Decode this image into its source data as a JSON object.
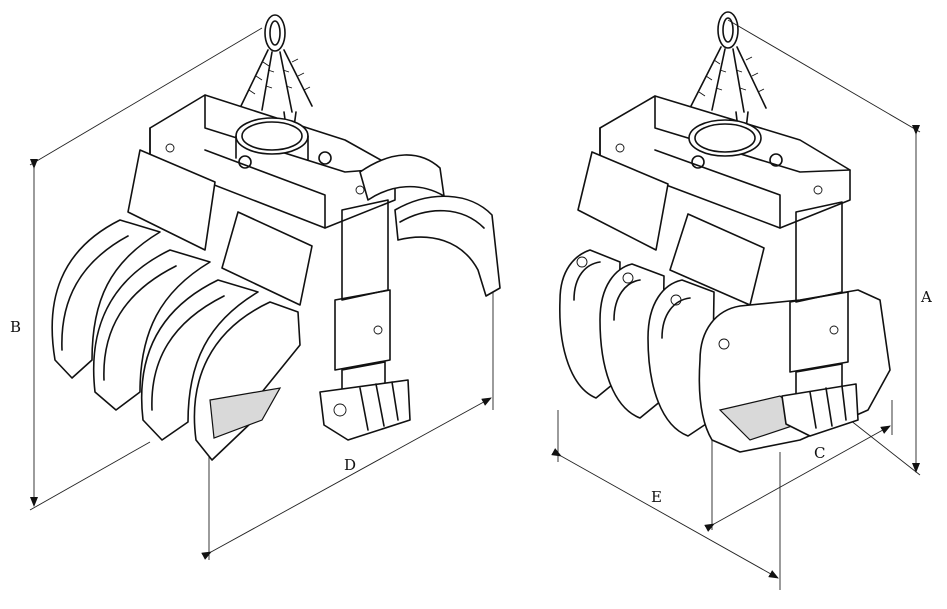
{
  "figure": {
    "left_view": {
      "dimension_labels": {
        "height": "B",
        "length": "D"
      }
    },
    "right_view": {
      "dimension_labels": {
        "height": "A",
        "width": "C",
        "length": "E"
      }
    }
  }
}
